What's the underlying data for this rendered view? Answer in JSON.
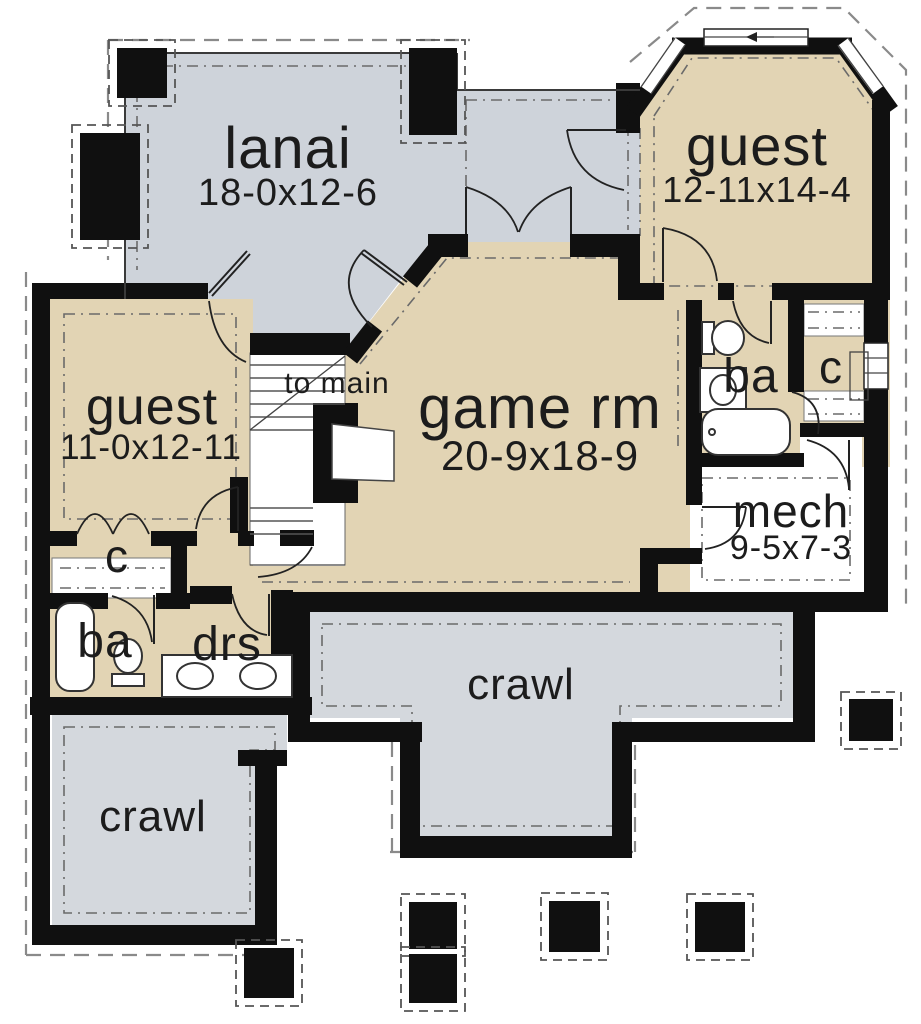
{
  "page": {
    "background": "#ffffff"
  },
  "plan": {
    "colors": {
      "wall": "#101010",
      "room_tan": "#e2d4b4",
      "lanai_gray": "#ced3da",
      "crawl_gray": "#d4d8dd",
      "line": "#222222"
    },
    "rooms": {
      "lanai": {
        "label": "lanai",
        "dims": "18-0x12-6"
      },
      "guest_upper": {
        "label": "guest",
        "dims": "12-11x14-4"
      },
      "guest_lower": {
        "label": "guest",
        "dims": "11-0x12-11"
      },
      "game_room": {
        "label": "game rm",
        "dims": "20-9x18-9"
      },
      "mech": {
        "label": "mech",
        "dims": "9-5x7-3"
      },
      "bath_upper": {
        "label": "ba"
      },
      "closet_upper": {
        "label": "c"
      },
      "bath_lower": {
        "label": "ba"
      },
      "closet_lower": {
        "label": "c"
      },
      "dressing": {
        "label": "drs"
      },
      "crawl_left": {
        "label": "crawl"
      },
      "crawl_right": {
        "label": "crawl"
      }
    },
    "annotations": {
      "stair_note": "to main"
    }
  }
}
